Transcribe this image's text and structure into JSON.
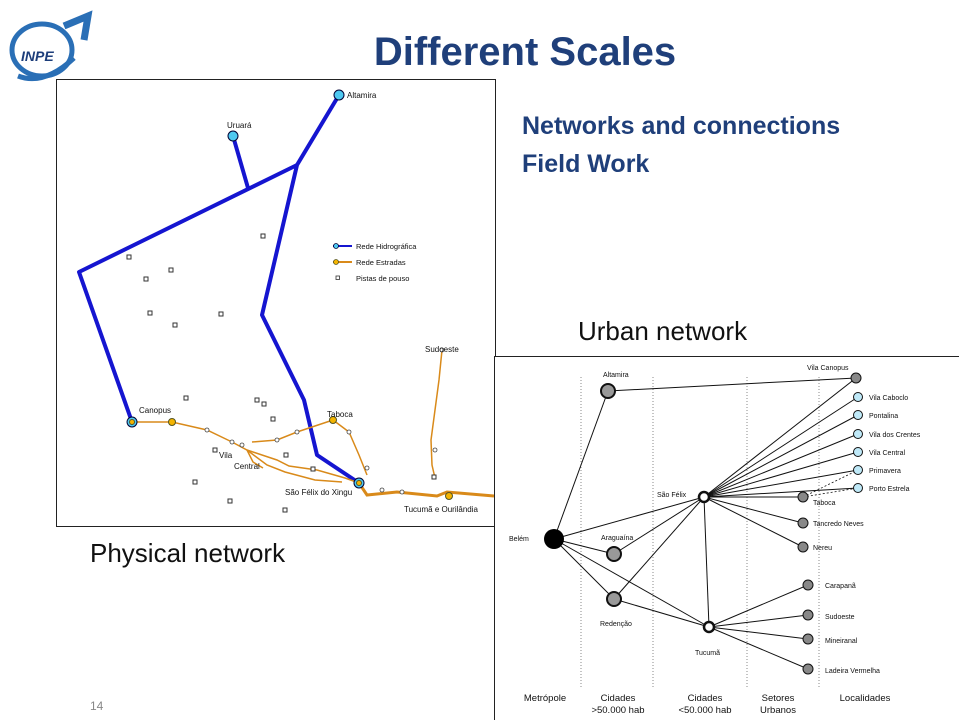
{
  "slide": {
    "title": "Different Scales",
    "subtitle_line1": "Networks and connections",
    "subtitle_line2": "Field Work",
    "physical_caption": "Physical network",
    "urban_caption": "Urban network",
    "slide_number": "14",
    "logo_text": "INPE"
  },
  "physical_map": {
    "legend": [
      "Rede Hidrográfica",
      "Rede Estradas",
      "Pistas de pouso"
    ],
    "places": {
      "altamira": "Altamira",
      "uruara": "Uruará",
      "canopus": "Canopus",
      "taboca": "Taboca",
      "sudoeste": "Sudoeste",
      "vila_central_1": "Vila",
      "vila_central_2": "Central",
      "sao_felix": "São Félix do Xingu",
      "tucuma": "Tucumã e Ourilândia"
    },
    "colors": {
      "river": "#1515d0",
      "road": "#d98a1a",
      "river_node": "#4ec8f0",
      "road_node": "#f4b400"
    }
  },
  "urban_network": {
    "nodes": {
      "altamira": "Altamira",
      "belem": "Belém",
      "sao_felix": "São Félix",
      "araguaina": "Araguaína",
      "redencao": "Redenção",
      "tucuma": "Tucumã",
      "vila_canopus": "Vila Canopus",
      "vila_caboclo": "Vila Caboclo",
      "pontalina": "Pontalina",
      "vila_dos_crentes": "Vila dos Crentes",
      "vila_central": "Vila Central",
      "primavera": "Primavera",
      "porto_estrela": "Porto Estrela",
      "taboca": "Taboca",
      "tancredo_neves": "Tancredo Neves",
      "nereu": "Nereu",
      "carapana": "Carapanã",
      "sudoeste": "Sudoeste",
      "mineiranal": "Mineiranal",
      "ladeira_vermelha": "Ladeira Vermelha"
    },
    "columns": {
      "metropole": "Metrópole",
      "cidades_maiores_1": "Cidades",
      "cidades_maiores_2": ">50.000 hab",
      "cidades_menores_1": "Cidades",
      "cidades_menores_2": "<50.000 hab",
      "setores_1": "Setores",
      "setores_2": "Urbanos",
      "localidades": "Localidades"
    }
  }
}
